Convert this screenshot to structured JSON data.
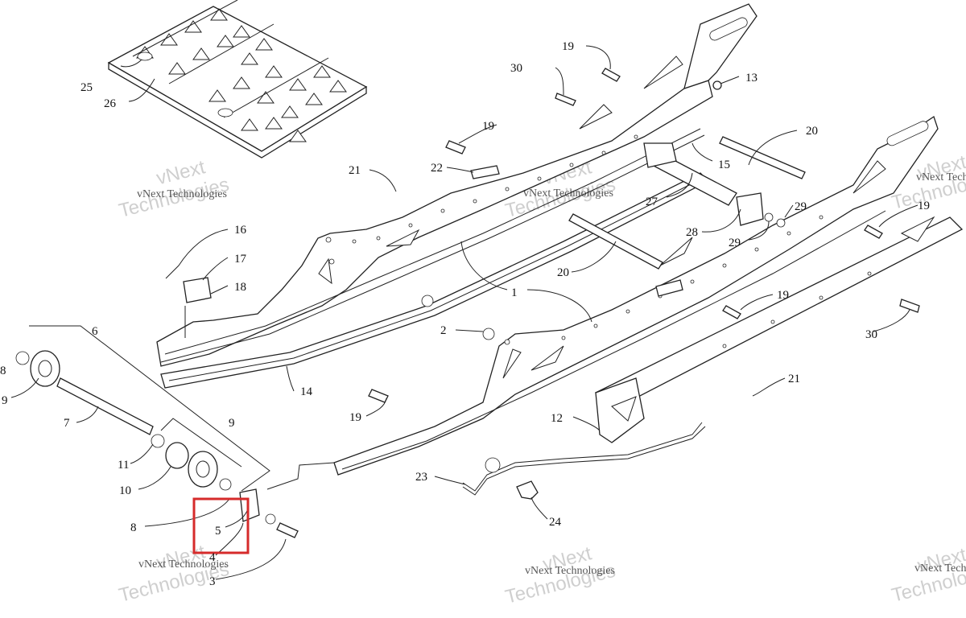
{
  "diagram": {
    "callouts": [
      {
        "id": "c1",
        "text": "1"
      },
      {
        "id": "c2",
        "text": "2"
      },
      {
        "id": "c3",
        "text": "3"
      },
      {
        "id": "c4",
        "text": "4"
      },
      {
        "id": "c5",
        "text": "5"
      },
      {
        "id": "c6",
        "text": "6"
      },
      {
        "id": "c7",
        "text": "7"
      },
      {
        "id": "c8a",
        "text": "8"
      },
      {
        "id": "c8b",
        "text": "8"
      },
      {
        "id": "c9a",
        "text": "9"
      },
      {
        "id": "c9b",
        "text": "9"
      },
      {
        "id": "c10",
        "text": "10"
      },
      {
        "id": "c11",
        "text": "11"
      },
      {
        "id": "c12",
        "text": "12"
      },
      {
        "id": "c13",
        "text": "13"
      },
      {
        "id": "c14",
        "text": "14"
      },
      {
        "id": "c15",
        "text": "15"
      },
      {
        "id": "c16",
        "text": "16"
      },
      {
        "id": "c17",
        "text": "17"
      },
      {
        "id": "c18",
        "text": "18"
      },
      {
        "id": "c19a",
        "text": "19"
      },
      {
        "id": "c19b",
        "text": "19"
      },
      {
        "id": "c19c",
        "text": "19"
      },
      {
        "id": "c19d",
        "text": "19"
      },
      {
        "id": "c19e",
        "text": "19"
      },
      {
        "id": "c20a",
        "text": "20"
      },
      {
        "id": "c20b",
        "text": "20"
      },
      {
        "id": "c21a",
        "text": "21"
      },
      {
        "id": "c21b",
        "text": "21"
      },
      {
        "id": "c22",
        "text": "22"
      },
      {
        "id": "c23",
        "text": "23"
      },
      {
        "id": "c24",
        "text": "24"
      },
      {
        "id": "c25",
        "text": "25"
      },
      {
        "id": "c26",
        "text": "26"
      },
      {
        "id": "c27",
        "text": "27"
      },
      {
        "id": "c28",
        "text": "28"
      },
      {
        "id": "c29a",
        "text": "29"
      },
      {
        "id": "c29b",
        "text": "29"
      },
      {
        "id": "c30a",
        "text": "30"
      },
      {
        "id": "c30b",
        "text": "30"
      }
    ],
    "watermark": {
      "company": "vNext Technologies",
      "large_top": "vNext",
      "large_bottom": "Technologies"
    },
    "highlight_color": "#d62b2b"
  }
}
